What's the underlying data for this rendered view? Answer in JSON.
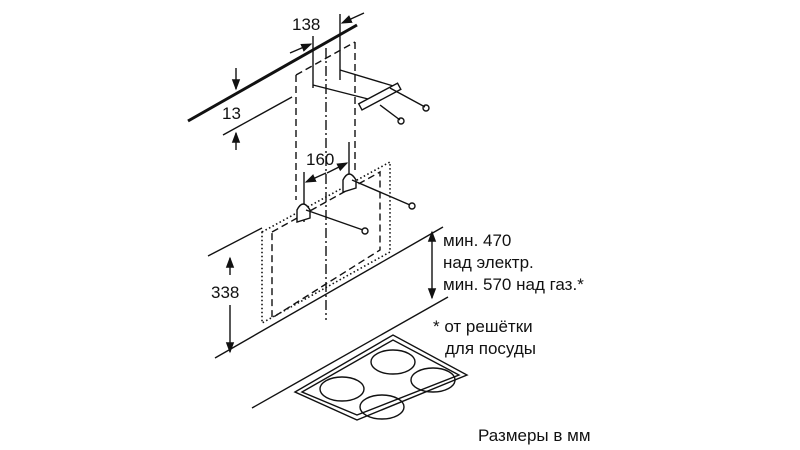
{
  "dimensions": {
    "d138": "138",
    "d13": "13",
    "d160": "160",
    "d338": "338"
  },
  "notes": {
    "line1": "мин. 470",
    "line2": "над электр.",
    "line3": "мин. 570 над газ.*",
    "footnote1": "* от решётки",
    "footnote2": "для посуды"
  },
  "units_caption": "Размеры в мм"
}
